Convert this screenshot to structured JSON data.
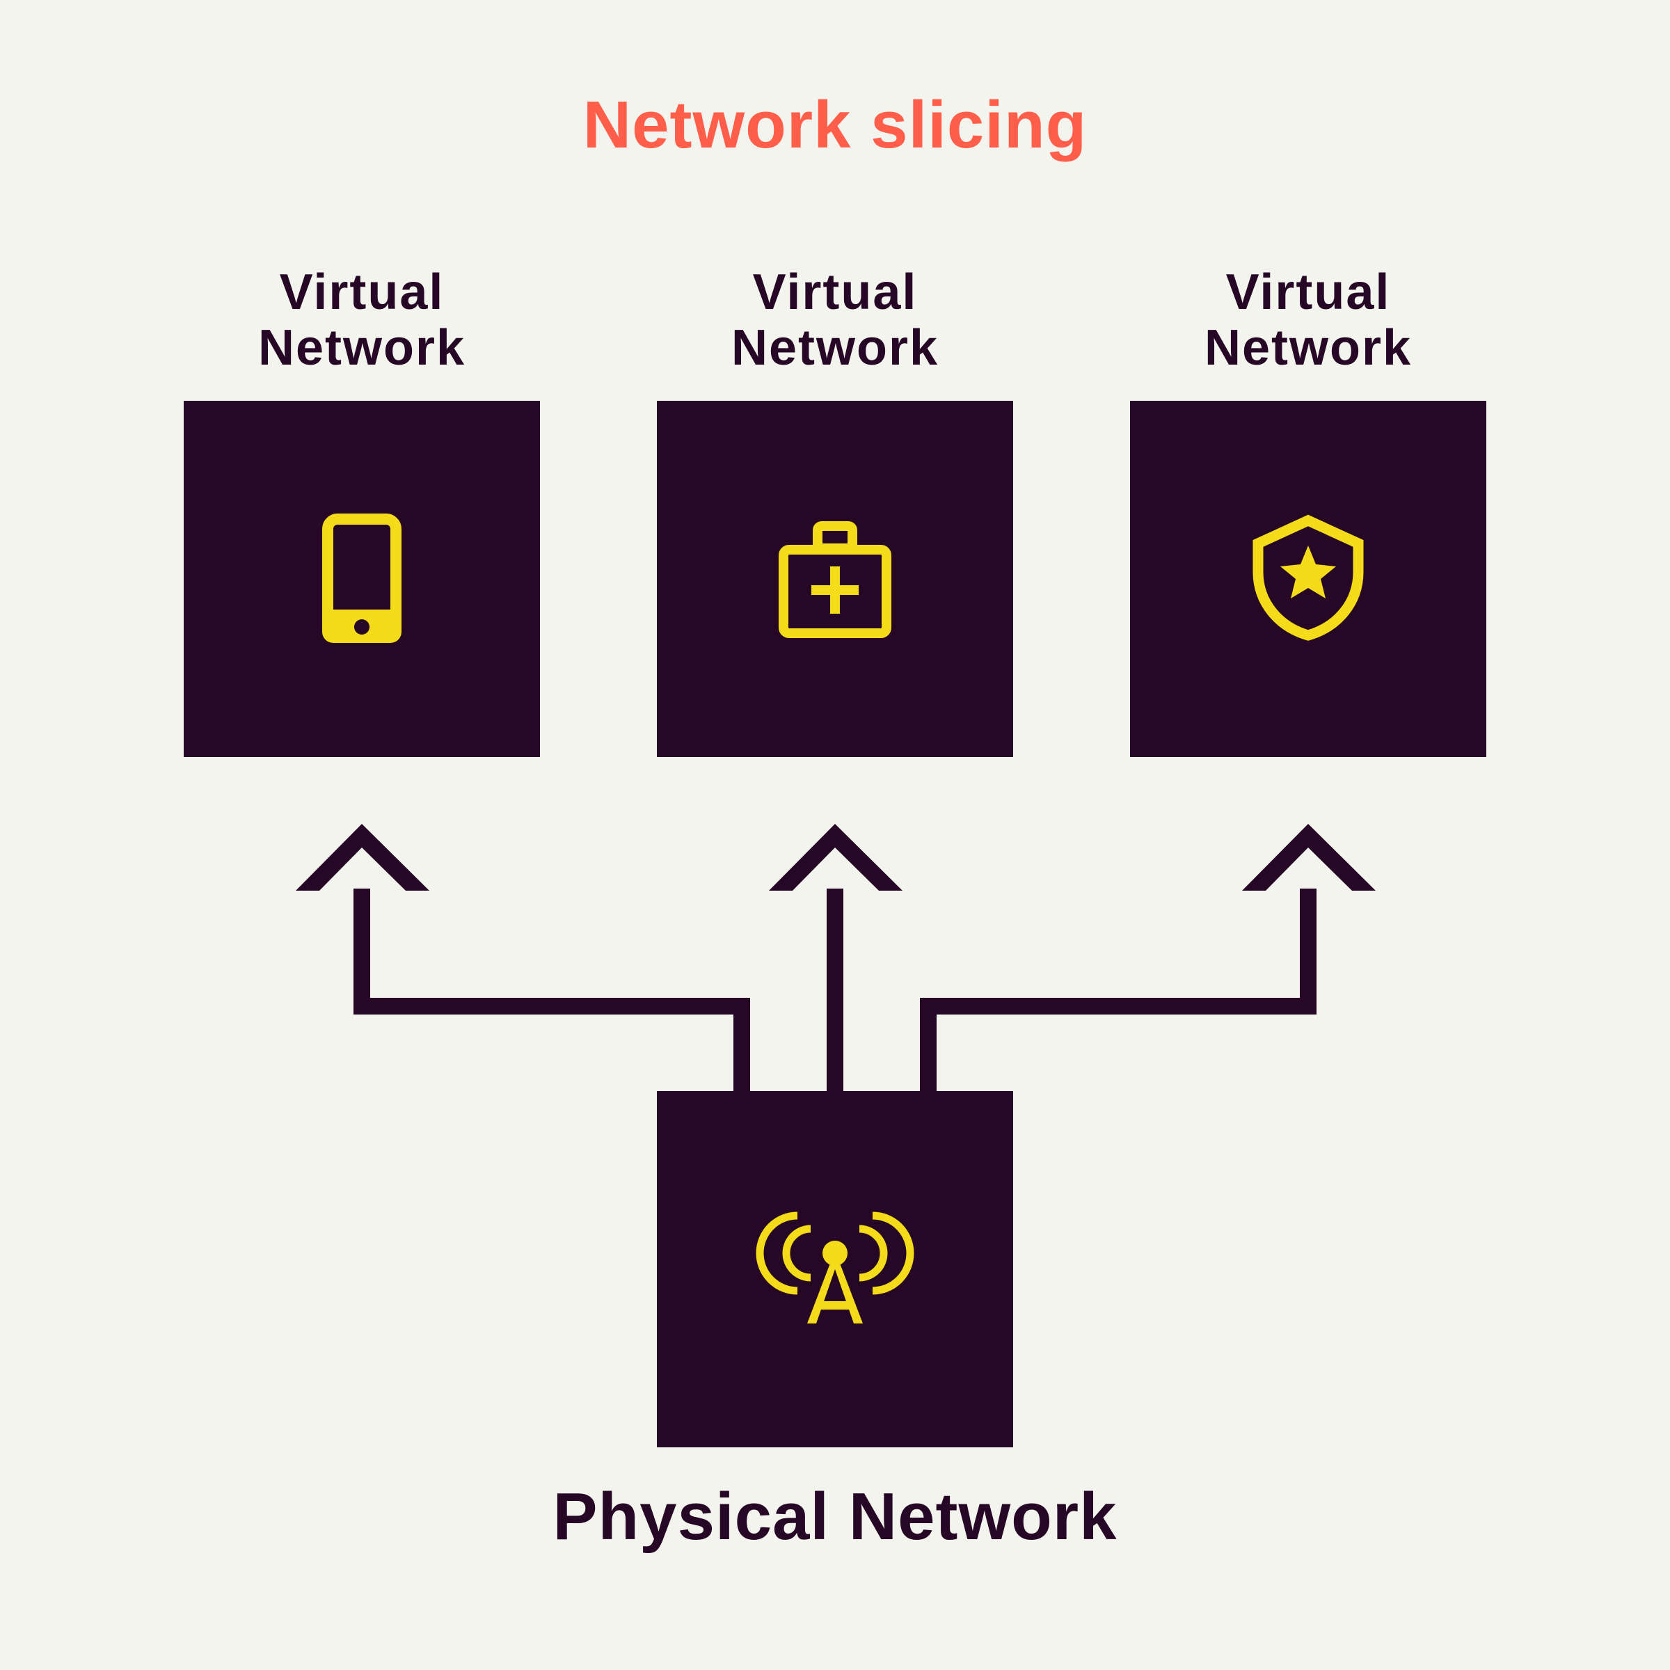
{
  "title": "Network slicing",
  "virtual_networks": [
    {
      "label_line1": "Virtual",
      "label_line2": "Network",
      "icon": "smartphone-icon"
    },
    {
      "label_line1": "Virtual",
      "label_line2": "Network",
      "icon": "medical-kit-icon"
    },
    {
      "label_line1": "Virtual",
      "label_line2": "Network",
      "icon": "shield-star-icon"
    }
  ],
  "physical_network": {
    "label": "Physical Network",
    "icon": "antenna-tower-icon"
  },
  "colors": {
    "background": "#f4f4ef",
    "box": "#260826",
    "icon": "#f5dc1a",
    "title": "#ff5f4a",
    "text": "#260826"
  }
}
